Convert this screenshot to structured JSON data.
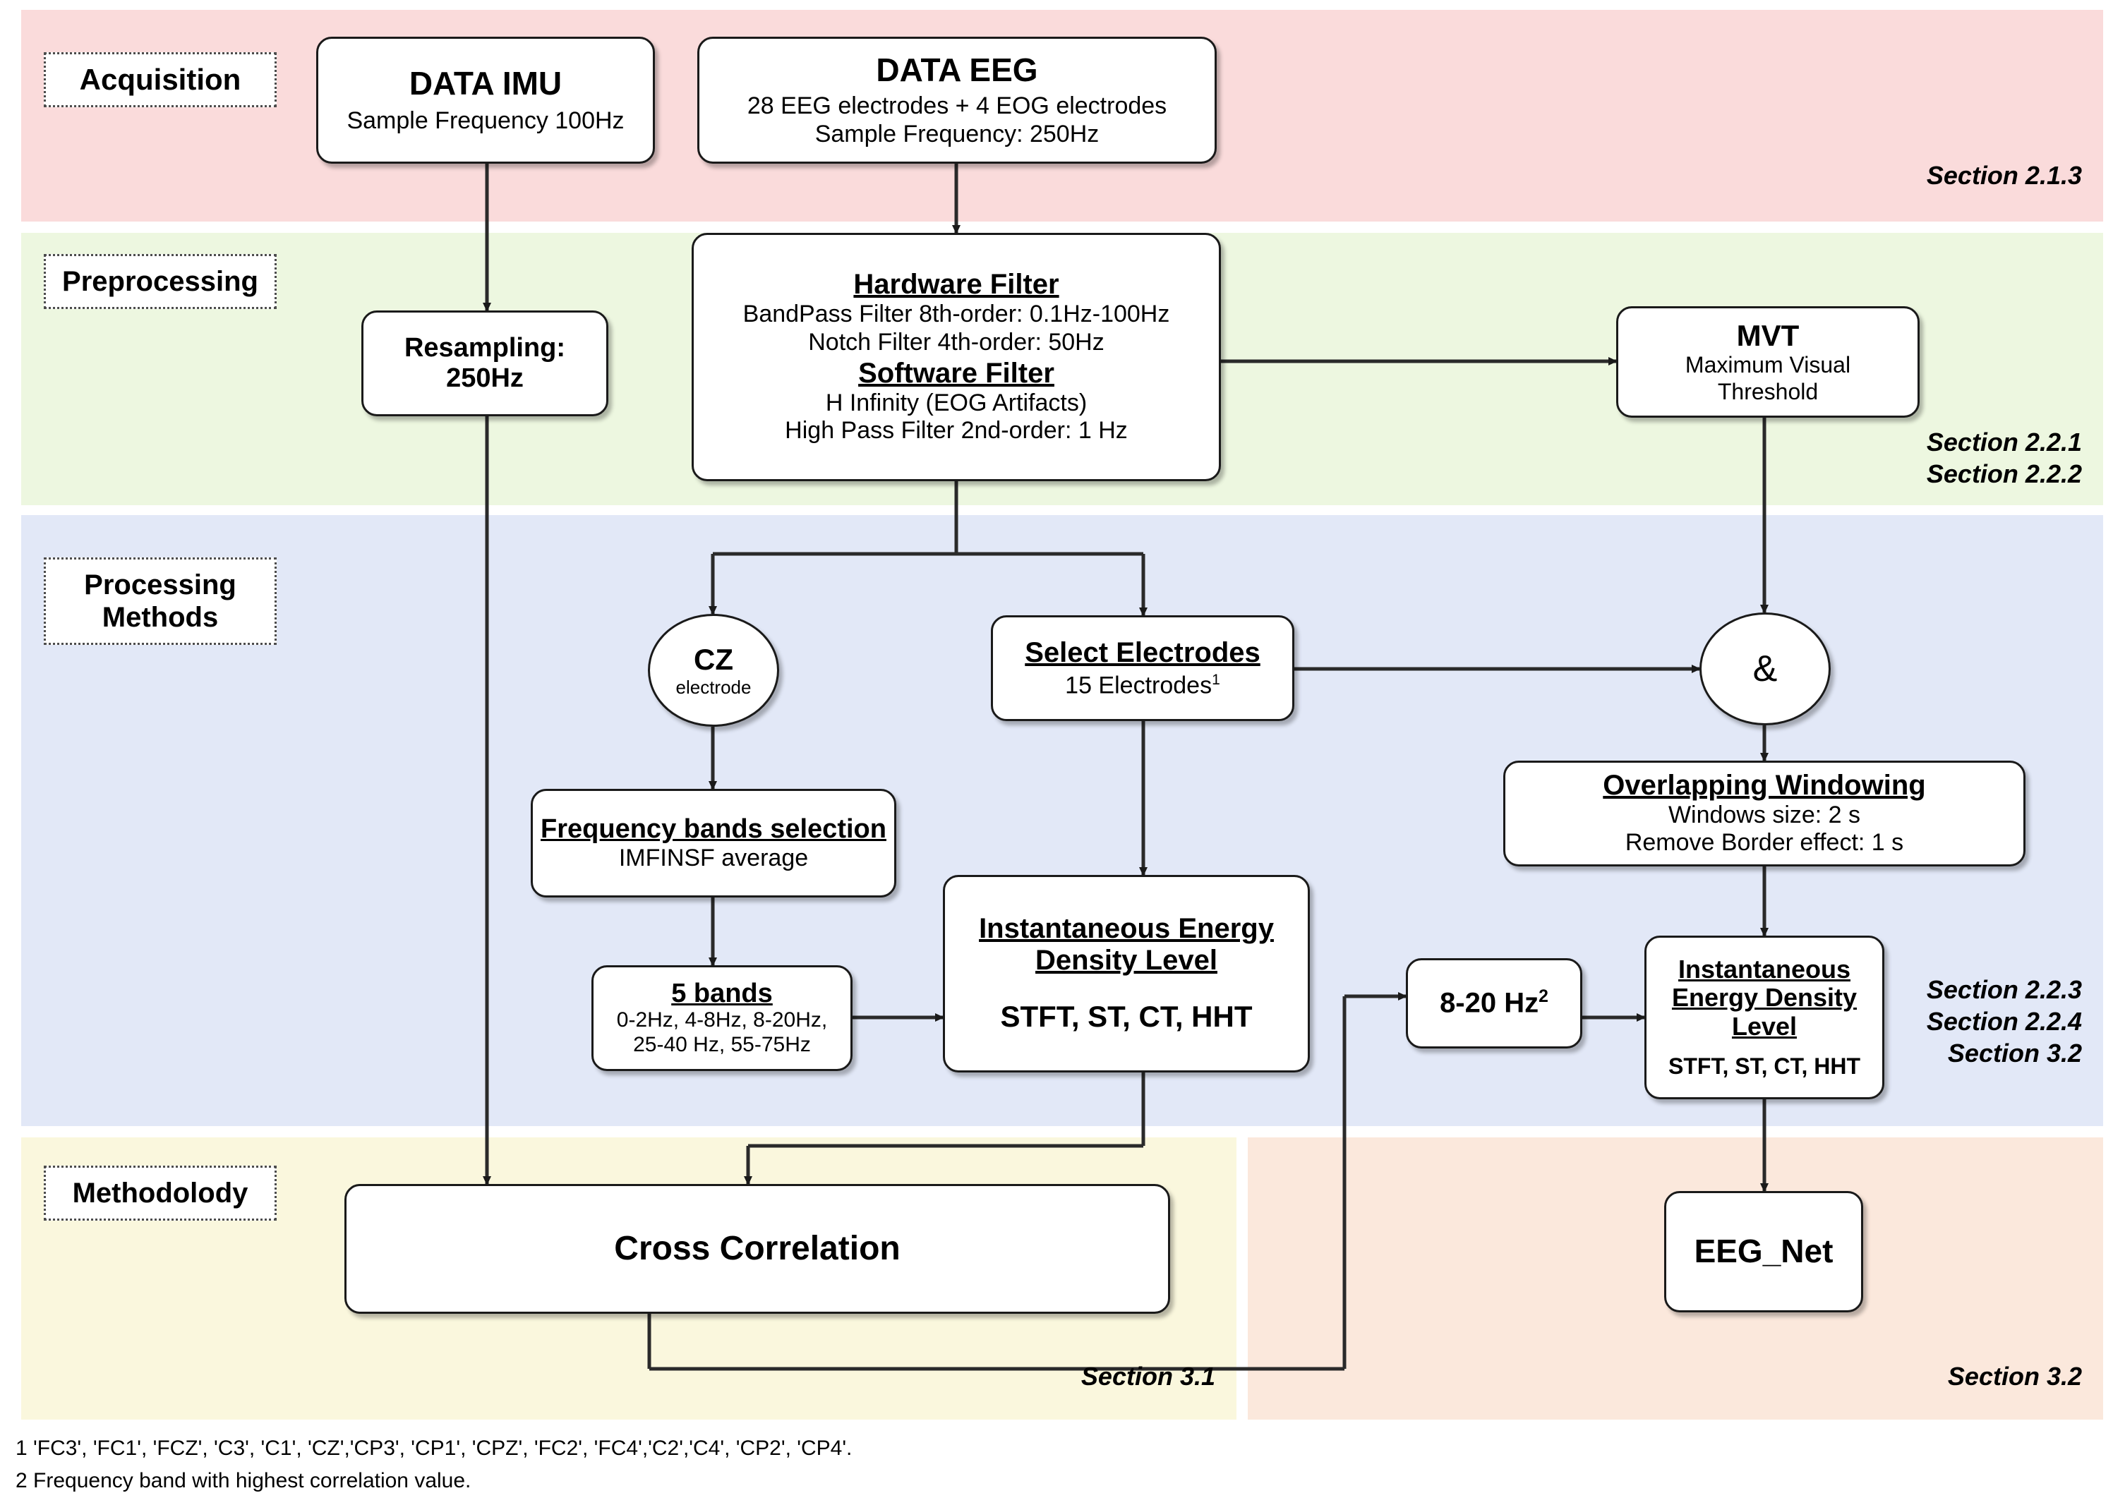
{
  "sections": {
    "acquisition": {
      "label": "Acquisition",
      "reference": "Section 2.1.3",
      "color": "#fadbdb"
    },
    "preprocessing": {
      "label": "Preprocessing",
      "reference": "Section 2.2.1\nSection 2.2.2",
      "color": "#edf7e0"
    },
    "processing": {
      "label": "Processing\nMethods",
      "reference": "Section 2.2.3\nSection 2.2.4\nSection 3.2",
      "color": "#e2e8f7"
    },
    "methodology": {
      "label": "Methodolody",
      "reference": "Section 3.1",
      "color": "#faf7dd"
    },
    "methodology_right": {
      "reference": "Section 3.2",
      "color": "#fbe8dc"
    }
  },
  "nodes": {
    "data_imu": {
      "title": "DATA IMU",
      "line1": "Sample Frequency 100Hz"
    },
    "data_eeg": {
      "title": "DATA EEG",
      "line1": "28 EEG electrodes + 4 EOG electrodes",
      "line2": "Sample Frequency: 250Hz"
    },
    "resampling": {
      "title": "Resampling:",
      "line1": "250Hz"
    },
    "filters": {
      "title1": "Hardware Filter",
      "line1": "BandPass Filter 8th-order: 0.1Hz-100Hz",
      "line2": "Notch Filter 4th-order: 50Hz",
      "title2": "Software Filter",
      "line3": "H Infinity (EOG Artifacts)",
      "line4": "High Pass Filter 2nd-order: 1 Hz"
    },
    "mvt": {
      "title": "MVT",
      "line1": "Maximum Visual",
      "line2": "Threshold"
    },
    "cz": {
      "title": "CZ",
      "line1": "electrode"
    },
    "select_electrodes": {
      "title": "Select Electrodes",
      "line1": "15 Electrodes",
      "footnote_marker": "1"
    },
    "and_gate": {
      "symbol": "&"
    },
    "freq_bands_selection": {
      "title": "Frequency bands selection",
      "line1": "IMFINSF average"
    },
    "five_bands": {
      "title": "5 bands",
      "line1": "0-2Hz, 4-8Hz, 8-20Hz,",
      "line2": "25-40 Hz, 55-75Hz"
    },
    "iedl_left": {
      "title1": "Instantaneous Energy",
      "title2": "Density Level",
      "line1": "STFT, ST, CT, HHT"
    },
    "overlapping_windowing": {
      "title": "Overlapping Windowing",
      "line1": "Windows size: 2 s",
      "line2": "Remove Border effect: 1 s"
    },
    "band_8_20": {
      "title": "8-20 Hz",
      "footnote_marker": "2"
    },
    "iedl_right": {
      "title1": "Instantaneous",
      "title2": "Energy Density",
      "title3": "Level",
      "line1": "STFT, ST, CT, HHT"
    },
    "cross_correlation": {
      "title": "Cross Correlation"
    },
    "eeg_net": {
      "title": "EEG_Net"
    }
  },
  "footnotes": {
    "note1": "1 'FC3', 'FC1', 'FCZ', 'C3', 'C1', 'CZ','CP3', 'CP1', 'CPZ', 'FC2', 'FC4','C2','C4', 'CP2', 'CP4'.",
    "note2": "2 Frequency band with highest correlation value."
  }
}
